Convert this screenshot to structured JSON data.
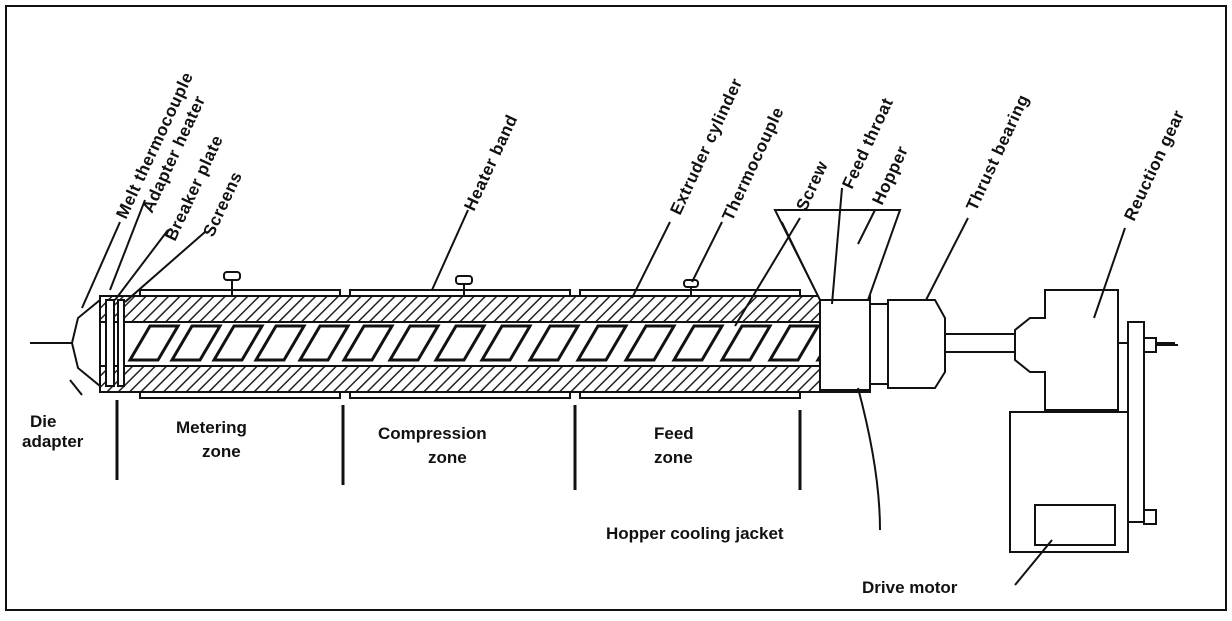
{
  "labels": {
    "melt_thermocouple": "Melt thermocouple",
    "adapter_heater": "Adapter heater",
    "breaker_plate": "Breaker plate",
    "screens": "Screens",
    "heater_band": "Heater band",
    "extruder_cylinder": "Extruder cylinder",
    "thermocouple": "Thermocouple",
    "screw": "Screw",
    "feed_throat": "Feed throat",
    "hopper": "Hopper",
    "thrust_bearing": "Thrust bearing",
    "reduction_gear": "Reuction gear",
    "die_adapter_line1": "Die",
    "die_adapter_line2": "adapter",
    "metering_line1": "Metering",
    "metering_line2": "zone",
    "compression_line1": "Compression",
    "compression_line2": "zone",
    "feed_line1": "Feed",
    "feed_line2": "zone",
    "hopper_cooling_jacket": "Hopper cooling jacket",
    "drive_motor": "Drive motor"
  }
}
